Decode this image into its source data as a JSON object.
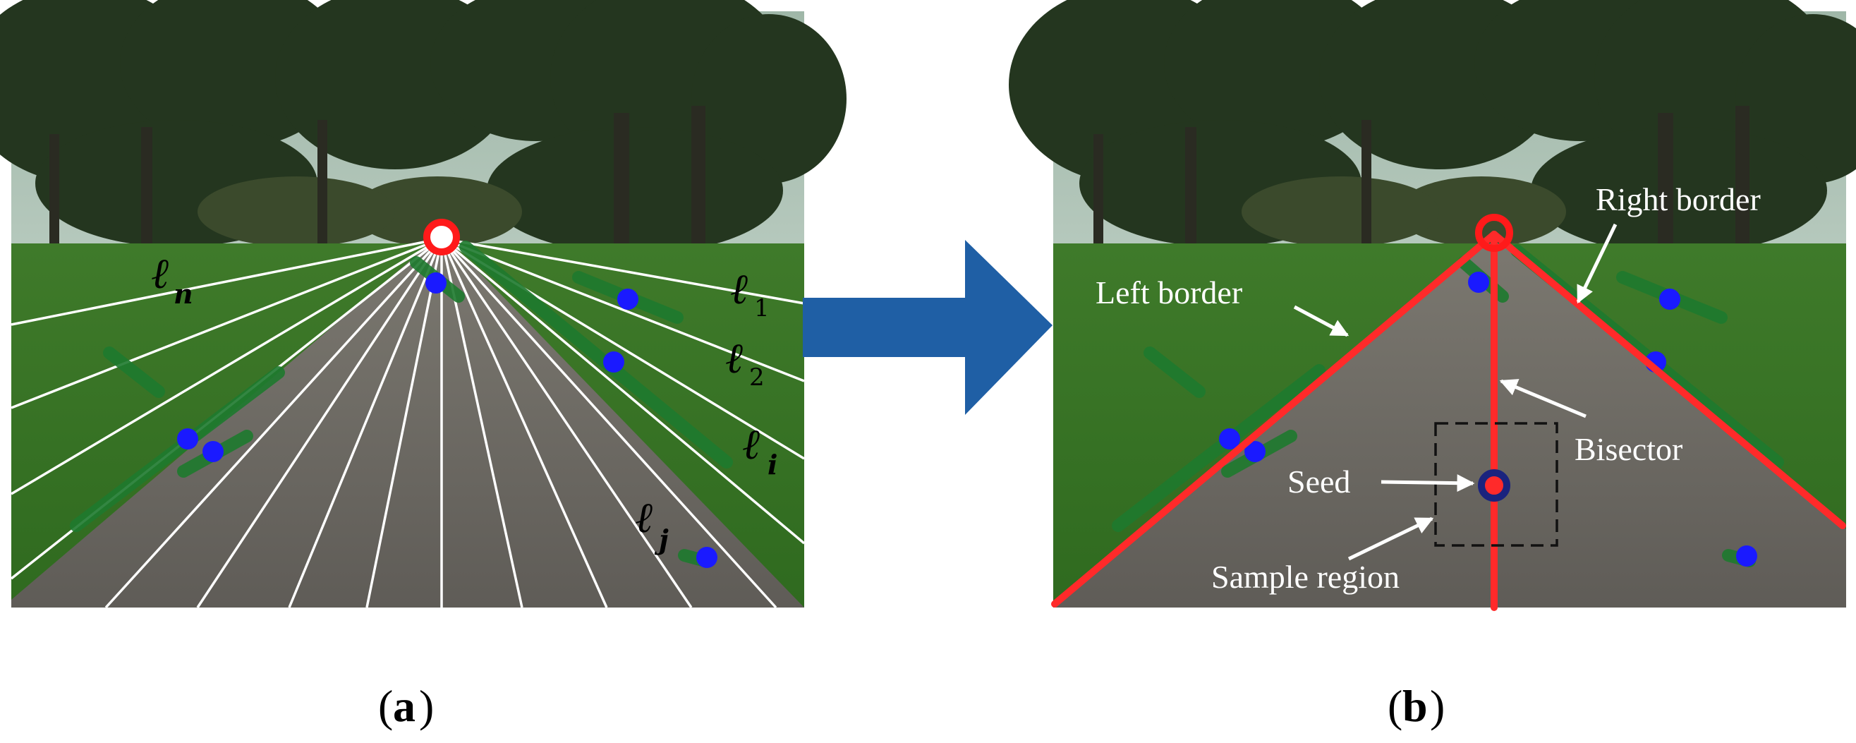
{
  "panel_a": {
    "caption_letter": "a",
    "ray_labels": [
      {
        "symbol": "ℓ",
        "subscript": "n"
      },
      {
        "symbol": "ℓ",
        "subscript": "1"
      },
      {
        "symbol": "ℓ",
        "subscript": "2"
      },
      {
        "symbol": "ℓ",
        "subscript": "i"
      },
      {
        "symbol": "ℓ",
        "subscript": "j"
      }
    ]
  },
  "panel_b": {
    "caption_letter": "b",
    "labels": {
      "left_border": "Left border",
      "right_border": "Right border",
      "bisector": "Bisector",
      "seed": "Seed",
      "sample_region": "Sample region"
    }
  },
  "colors": {
    "rays": "#ffffff",
    "vanishing_point": "#ff1a1a",
    "borders": "#ff2a2a",
    "arrow": "#1f5fa5",
    "seed": "#1a237e",
    "feature_points": "#1a1aff",
    "motion_vectors": "#1e7a2e"
  }
}
